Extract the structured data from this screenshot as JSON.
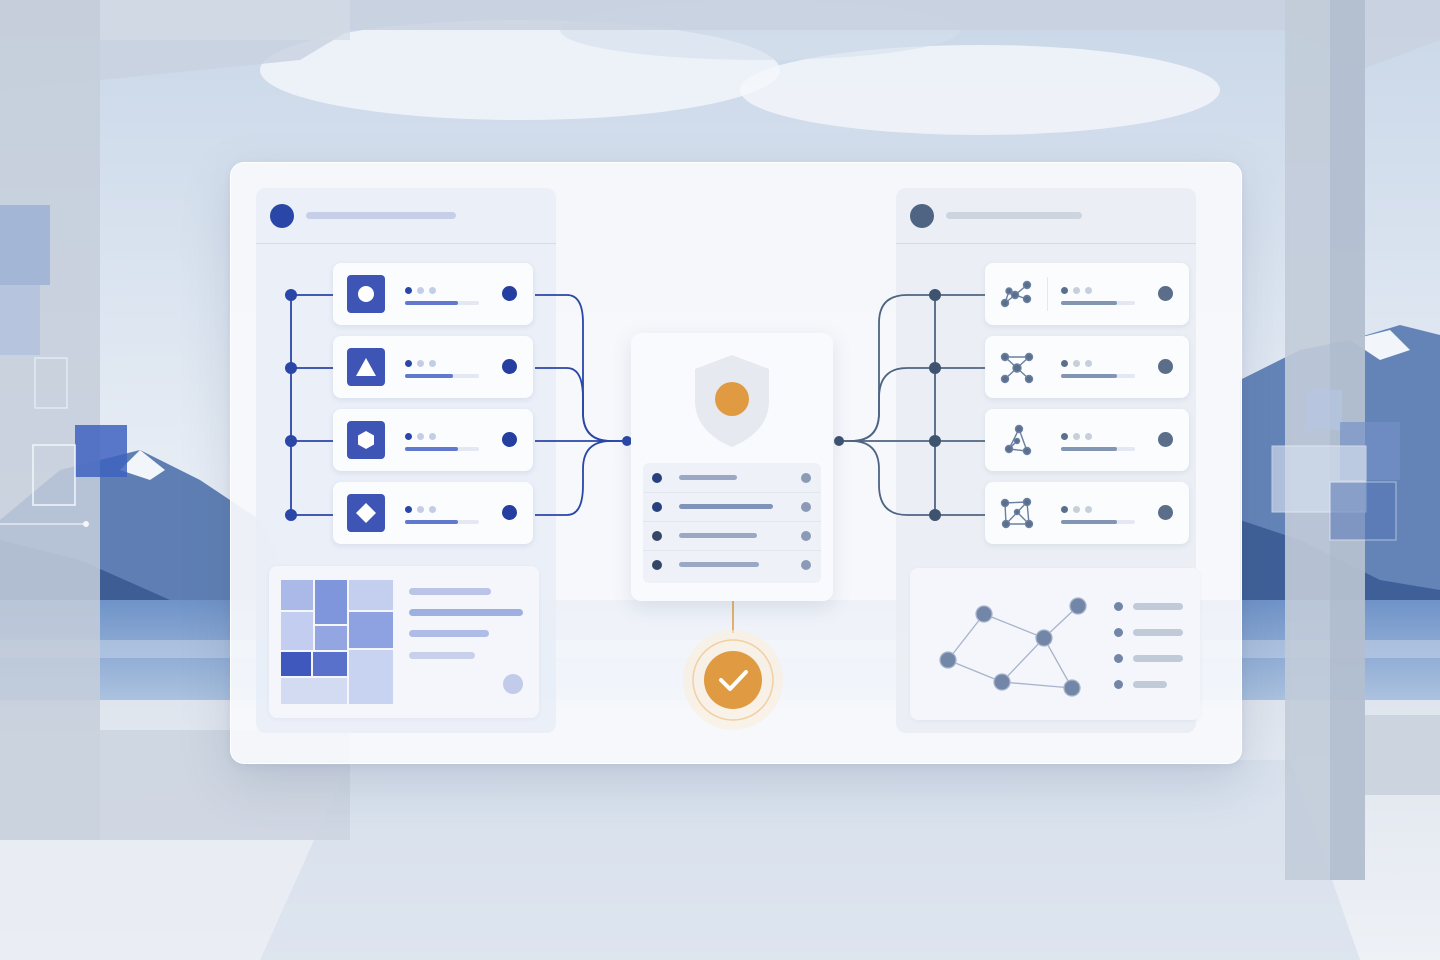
{
  "theme": {
    "accent_blue": "#2a46a7",
    "accent_slate": "#4e6482",
    "accent_orange": "#e09a42"
  },
  "left_panel": {
    "header_icon": "circle-avatar-icon",
    "items": [
      {
        "icon": "circle-shape-icon",
        "progress": 0.72
      },
      {
        "icon": "triangle-shape-icon",
        "progress": 0.65
      },
      {
        "icon": "hexagon-shape-icon",
        "progress": 0.72
      },
      {
        "icon": "diamond-shape-icon",
        "progress": 0.72
      }
    ],
    "summary_card": {
      "icon": "grid-blocks-icon"
    }
  },
  "center_panel": {
    "icon": "shield-icon",
    "list_rows": 4,
    "status": "check-icon"
  },
  "right_panel": {
    "header_icon": "circle-avatar-icon",
    "items": [
      {
        "icon": "network-graph-icon",
        "progress": 0.75
      },
      {
        "icon": "hub-graph-icon",
        "progress": 0.75
      },
      {
        "icon": "triangle-graph-icon",
        "progress": 0.75
      },
      {
        "icon": "mesh-graph-icon",
        "progress": 0.75
      }
    ],
    "summary_card": {
      "icon": "network-graph-icon"
    }
  }
}
